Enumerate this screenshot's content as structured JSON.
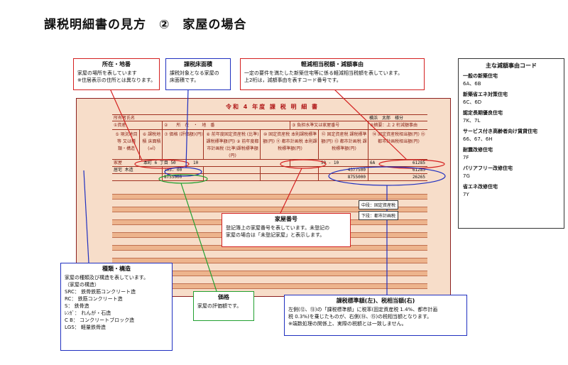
{
  "page_title": "課税明細書の見方　②　家屋の場合",
  "callouts": {
    "location": {
      "title": "所在・地番",
      "lines": [
        "家屋の場所を表しています",
        "※住居表示の住所とは異なります。"
      ]
    },
    "floor_area": {
      "title": "課税床面積",
      "lines": [
        "課税対象となる家屋の",
        "床面積です。"
      ]
    },
    "reduction": {
      "title": "軽減相当税額・減額事由",
      "lines": [
        "一定の要件を満たした新築住宅等に係る軽減相当税額を表しています。",
        "上2桁は，減額事由を表すコード番号です。"
      ]
    },
    "house_no": {
      "title": "家屋番号",
      "lines": [
        "登記簿上の家屋番号を表しています。未登記の",
        "家屋の場合は「未登記家屋」と表示します。"
      ]
    },
    "type": {
      "title": "種類・構造",
      "lines": [
        "家屋の種類及び構造を表しています。",
        "（家屋の構造）",
        "SRC：  鉄骨鉄筋コンクリート造",
        "RC：    鉄筋コンクリート造",
        "S：       鉄骨造",
        "ﾚﾝｶﾞ：  れんが・石造",
        "C  B：  コンクリートブロック造",
        "LGS：  軽量鉄骨造"
      ]
    },
    "price": {
      "title": "価格",
      "lines": [
        "家屋の評価額です。"
      ]
    },
    "tax_std": {
      "title": "課税標準額(左)、税相当額(右)",
      "lines": [
        "左側(⑫、⑬)の「課税標準額」に税率(固定資産税 1.4%、都市計画",
        "税 0.3%)を乗じたものが、右側(⑭、⑮)の税相当額となります。",
        "※端数処理の関係上、実際の税額とは一致しません。"
      ]
    }
  },
  "tags": {
    "fixed": "中段：固定資産税",
    "city": "下段：都市計画税"
  },
  "legend": {
    "title": "主な減額事由コード",
    "items": [
      {
        "name": "一般の新築住宅",
        "codes": "6A、6B"
      },
      {
        "name": "新築省エネ対策住宅",
        "codes": "6C、6D"
      },
      {
        "name": "認定長期優良住宅",
        "codes": "7K、7L"
      },
      {
        "name": "サービス付き高齢者向け賃貸住宅",
        "codes": "66、67、6H"
      },
      {
        "name": "耐震改修住宅",
        "codes": "7F"
      },
      {
        "name": "バリアフリー改修住宅",
        "codes": "7G"
      },
      {
        "name": "省エネ改修住宅",
        "codes": "7Y"
      }
    ]
  },
  "form": {
    "title": "令和 4 年度 課 税 明 細 書",
    "owner_label": "所有者氏名",
    "owner_value": "横浜　太郎　様分",
    "h1": [
      "①資産",
      "②　　所　在　・　地　番",
      "③ 負担水準又は家屋番号",
      "④摘要：上 2 桁減額事由"
    ],
    "h3": [
      "⑤ 現況地目等 又は種類・構造",
      "⑥ 課税地積 床面積(㎡)",
      "⑦ 価格 (評価額)(円)",
      "⑧ 前年度固定資産税 (比準)課税標準額(円) ⑨ 前年度都市計画税 (比準)課税標準額(円)",
      "⑩ 固定資産税 本則課税標準額(円) ⑪ 都市計画税 本則課税標準額(円)",
      "⑫ 固定資産税 課税標準額(円) ⑬ 都市計画税 課税標準額(円)",
      "⑭ 固定資産税相当額(円) ⑮ 都市計画税相当額(円)"
    ],
    "r1": {
      "asset": "家屋",
      "addr": "本町 6 丁目 50",
      "num": "10",
      "houseno": "50 - 10",
      "code": "6A",
      "reduction": "61285"
    },
    "r2": {
      "type": "居宅 木造",
      "area": "103. 00",
      "fixed_std": "4377500",
      "fixed_tax": "61285"
    },
    "r3": {
      "price": "8755000",
      "city_std": "8755000",
      "city_tax": "26265"
    }
  }
}
